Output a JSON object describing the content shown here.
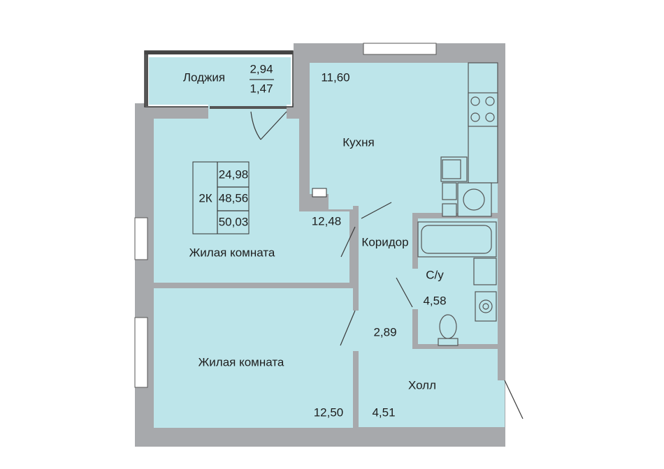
{
  "plan": {
    "apartment_type": "2К",
    "areas_summary": [
      "24,98",
      "48,56",
      "50,03"
    ],
    "rooms": {
      "loggia": {
        "name": "Лоджия",
        "area_full": "2,94",
        "area_reduced": "1,47"
      },
      "kitchen": {
        "name": "Кухня",
        "area": "11,60"
      },
      "living_room_1": {
        "name": "Жилая комната",
        "area": "12,48"
      },
      "corridor": {
        "name": "Коридор",
        "area": "2,89"
      },
      "bathroom": {
        "name": "С/у",
        "area": "4,58"
      },
      "living_room_2": {
        "name": "Жилая комната",
        "area": "12,50"
      },
      "hall": {
        "name": "Холл",
        "area": "4,51"
      }
    }
  },
  "colors": {
    "room_fill": "#bde5ea",
    "wall": "#a7a9ac"
  }
}
